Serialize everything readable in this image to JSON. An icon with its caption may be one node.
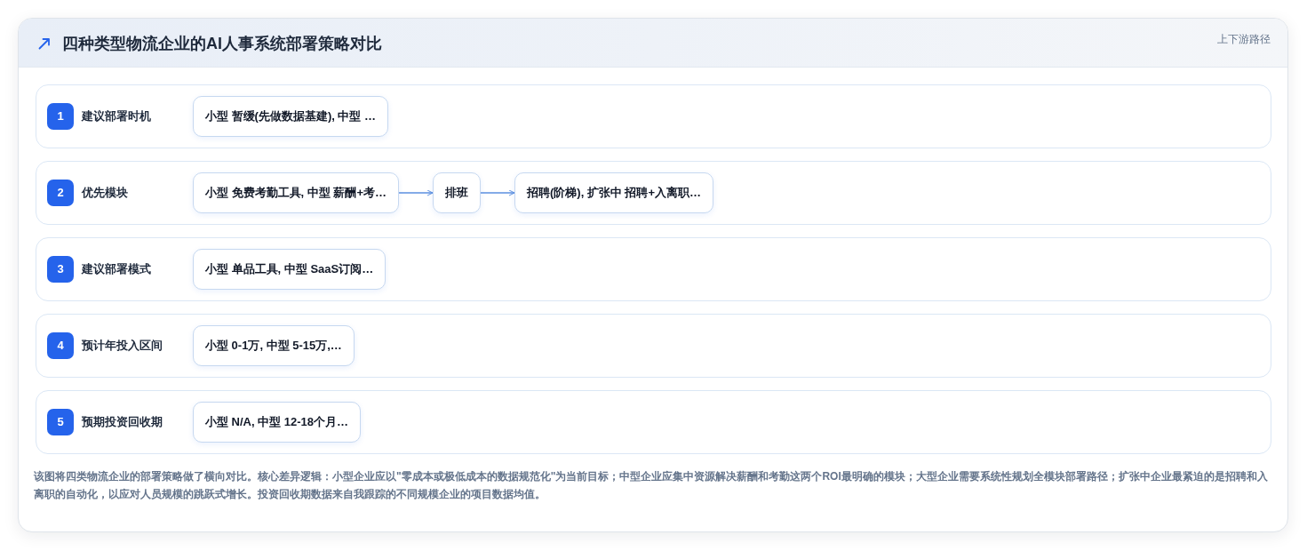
{
  "diagram": {
    "title": "四种类型物流企业的AI人事系统部署策略对比",
    "nodes": [
      {
        "text": [
          "建议部署时机"
        ]
      },
      {
        "text": [
          "1"
        ],
        "in": 0
      },
      {
        "text": [
          "小型 暂缓(先做数据基建), 中型 …"
        ],
        "in": 0
      },
      {
        "text": [
          "优先模块"
        ]
      },
      {
        "text": [
          "2"
        ],
        "in": 3
      },
      {
        "text": [
          "小型 免费考勤工具, 中型 薪酬+考…"
        ],
        "in": 3
      },
      {
        "text": [
          "排班"
        ],
        "in": 3
      },
      {
        "text": [
          "招聘(阶梯), 扩张中 招聘+入离职…"
        ],
        "in": 3
      },
      {
        "text": [
          "建议部署模式"
        ]
      },
      {
        "text": [
          "3"
        ],
        "in": 8
      },
      {
        "text": [
          "小型 单品工具, 中型 SaaS订阅…"
        ],
        "in": 8
      },
      {
        "text": [
          "预计年投入区间"
        ]
      },
      {
        "text": [
          "4"
        ],
        "in": 11
      },
      {
        "text": [
          "小型 0-1万, 中型 5-15万,…"
        ],
        "in": 11
      },
      {
        "text": [
          "预期投资回收期"
        ]
      },
      {
        "text": [
          "5"
        ],
        "in": 14
      },
      {
        "text": [
          "小型 N/A, 中型 12-18个月…"
        ],
        "in": 14
      }
    ],
    "edges": [
      {
        "from": 5,
        "to": 6,
        "arrow": "to"
      },
      {
        "from": 6,
        "to": 7,
        "arrow": "to"
      }
    ],
    "labels": [
      "上下游路径"
    ],
    "caption": "该图将四类物流企业的部署策略做了横向对比。核心差异逻辑：小型企业应以\"零成本或极低成本的数据规范化\"为当前目标；中型企业应集中资源解决薪酬和考勤这两个ROI最明确的模块；大型企业需要系统性规划全模块部署路径；扩张中企业最紧迫的是招聘和入离职的自动化，以应对人员规模的跳跃式增长。投资回收期数据来自我跟踪的不同规模企业的项目数据均值。"
  }
}
